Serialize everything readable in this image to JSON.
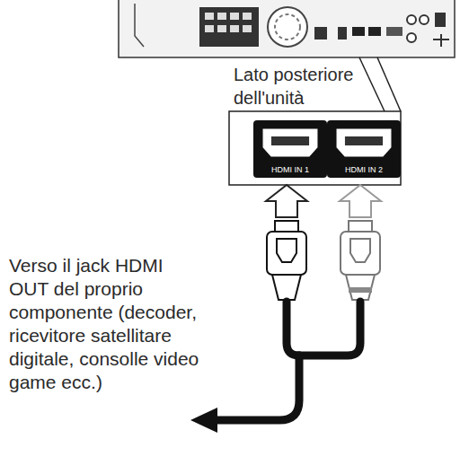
{
  "diagram": {
    "nodes": [
      {
        "text": [
          "HDMI IN 1"
        ]
      },
      {
        "text": [
          "HDMI IN 2"
        ]
      }
    ],
    "labels": [
      "Lato posteriore dell'unità",
      "Verso il jack HDMI OUT del proprio componente (decoder, ricevitore satellitare digitale, consolle video game ecc.)"
    ]
  }
}
